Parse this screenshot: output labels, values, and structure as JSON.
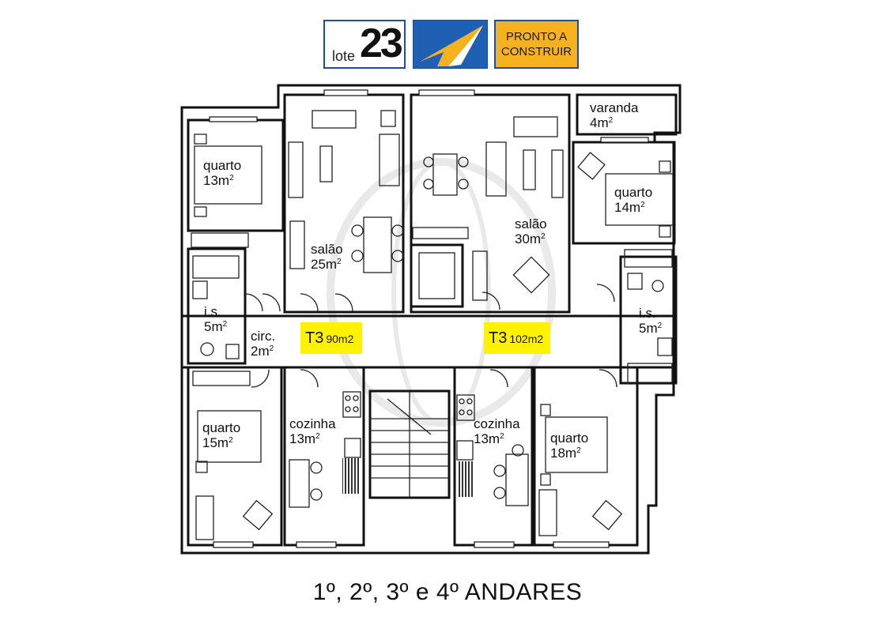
{
  "header": {
    "lote_label": "lote",
    "lote_number": "23",
    "status_line1": "PRONTO A",
    "status_line2": "CONSTRUIR",
    "logo_icon": "paper-plane-icon",
    "colors": {
      "blue": "#1f5fb4",
      "orange": "#f6b21e",
      "yellow": "#fff200"
    }
  },
  "watermark": "RE/MAX",
  "units": [
    {
      "type": "T3",
      "area": "90m2"
    },
    {
      "type": "T3",
      "area": "102m2"
    }
  ],
  "rooms": {
    "left_quarto_top": {
      "name": "quarto",
      "area": "13m",
      "exp": "2"
    },
    "left_salao": {
      "name": "salão",
      "area": "25m",
      "exp": "2"
    },
    "left_is": {
      "name": "i.s.",
      "area": "5m",
      "exp": "2"
    },
    "left_circ": {
      "name": "circ.",
      "area": "2m",
      "exp": "2"
    },
    "left_quarto_bottom": {
      "name": "quarto",
      "area": "15m",
      "exp": "2"
    },
    "left_cozinha": {
      "name": "cozinha",
      "area": "13m",
      "exp": "2"
    },
    "right_varanda": {
      "name": "varanda",
      "area": "4m",
      "exp": "2"
    },
    "right_salao": {
      "name": "salão",
      "area": "30m",
      "exp": "2"
    },
    "right_quarto_top": {
      "name": "quarto",
      "area": "14m",
      "exp": "2"
    },
    "right_is": {
      "name": "i.s.",
      "area": "5m",
      "exp": "2"
    },
    "right_cozinha": {
      "name": "cozinha",
      "area": "13m",
      "exp": "2"
    },
    "right_quarto_bottom": {
      "name": "quarto",
      "area": "18m",
      "exp": "2"
    }
  },
  "footer": "1º, 2º, 3º e 4º ANDARES"
}
